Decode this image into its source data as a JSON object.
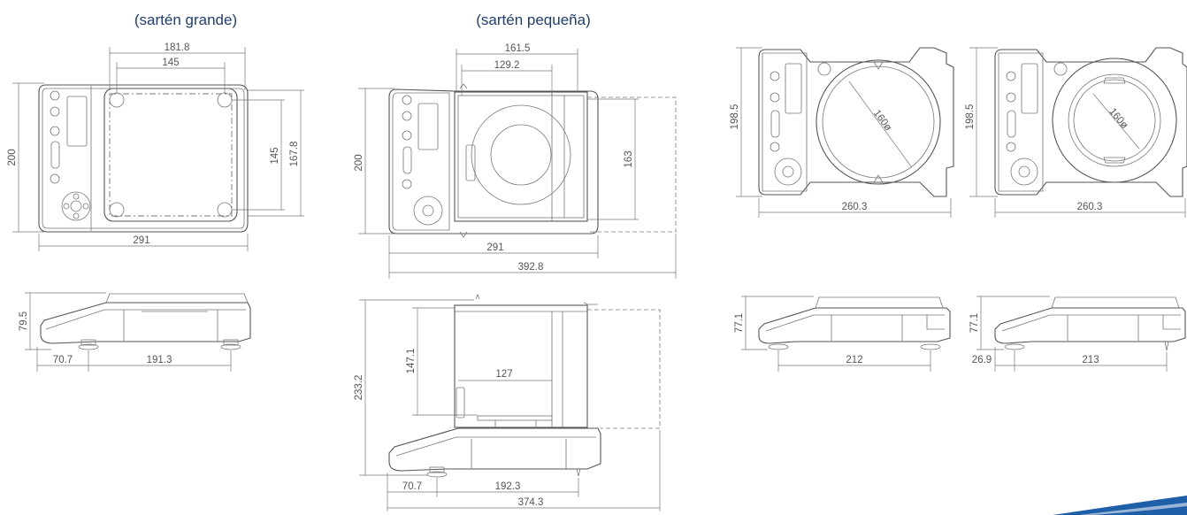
{
  "titles": {
    "large_pan": "(sartén grande)",
    "small_pan": "(sartén pequeña)"
  },
  "dimensions": {
    "large_top": {
      "width_outer": "181.8",
      "width_inner": "145",
      "height": "200",
      "pan_h_inner": "145",
      "pan_h_outer": "167.8",
      "total_width": "291"
    },
    "large_side": {
      "height": "79.5",
      "foot_front": "70.7",
      "foot_span": "191.3"
    },
    "small_top": {
      "width_outer": "161.5",
      "width_inner": "129.2",
      "height": "200",
      "chamber_h": "163",
      "base_width": "291",
      "total_width": "392.8"
    },
    "small_side": {
      "height": "233.2",
      "chamber_h": "147.1",
      "chamber_w": "127",
      "foot_front": "70.7",
      "foot_span": "192.3",
      "total_width": "374.3"
    },
    "round_a_top": {
      "height": "198.5",
      "diameter": "160ø",
      "width": "260.3"
    },
    "round_b_top": {
      "height": "198.5",
      "diameter": "160ø",
      "width": "260.3"
    },
    "round_a_side": {
      "height": "77.1",
      "foot_span": "212"
    },
    "round_b_side": {
      "height": "77.1",
      "foot_front": "26.9",
      "foot_span": "213"
    }
  },
  "colors": {
    "title": "#1f3e6e",
    "line": "#555555",
    "accent": "#1e5fa8"
  }
}
